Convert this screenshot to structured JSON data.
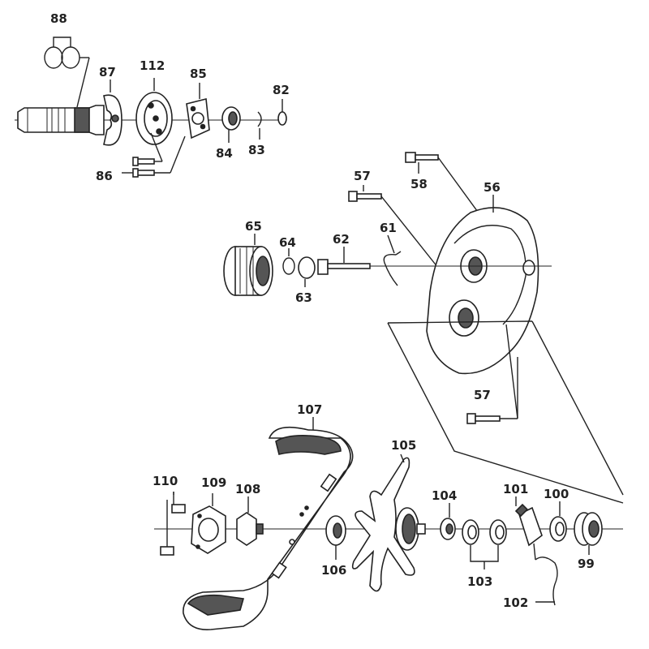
{
  "parts": [
    {
      "id": "p88",
      "number": "88"
    },
    {
      "id": "p87",
      "number": "87"
    },
    {
      "id": "p112",
      "number": "112"
    },
    {
      "id": "p85",
      "number": "85"
    },
    {
      "id": "p82",
      "number": "82"
    },
    {
      "id": "p84",
      "number": "84"
    },
    {
      "id": "p83",
      "number": "83"
    },
    {
      "id": "p86",
      "number": "86"
    },
    {
      "id": "p57a",
      "number": "57"
    },
    {
      "id": "p58",
      "number": "58"
    },
    {
      "id": "p56",
      "number": "56"
    },
    {
      "id": "p65",
      "number": "65"
    },
    {
      "id": "p64",
      "number": "64"
    },
    {
      "id": "p62",
      "number": "62"
    },
    {
      "id": "p61",
      "number": "61"
    },
    {
      "id": "p63",
      "number": "63"
    },
    {
      "id": "p57b",
      "number": "57"
    },
    {
      "id": "p107",
      "number": "107"
    },
    {
      "id": "p105",
      "number": "105"
    },
    {
      "id": "p110",
      "number": "110"
    },
    {
      "id": "p109",
      "number": "109"
    },
    {
      "id": "p108",
      "number": "108"
    },
    {
      "id": "p104",
      "number": "104"
    },
    {
      "id": "p101",
      "number": "101"
    },
    {
      "id": "p100",
      "number": "100"
    },
    {
      "id": "p106",
      "number": "106"
    },
    {
      "id": "p99",
      "number": "99"
    },
    {
      "id": "p103",
      "number": "103"
    },
    {
      "id": "p102",
      "number": "102"
    }
  ]
}
